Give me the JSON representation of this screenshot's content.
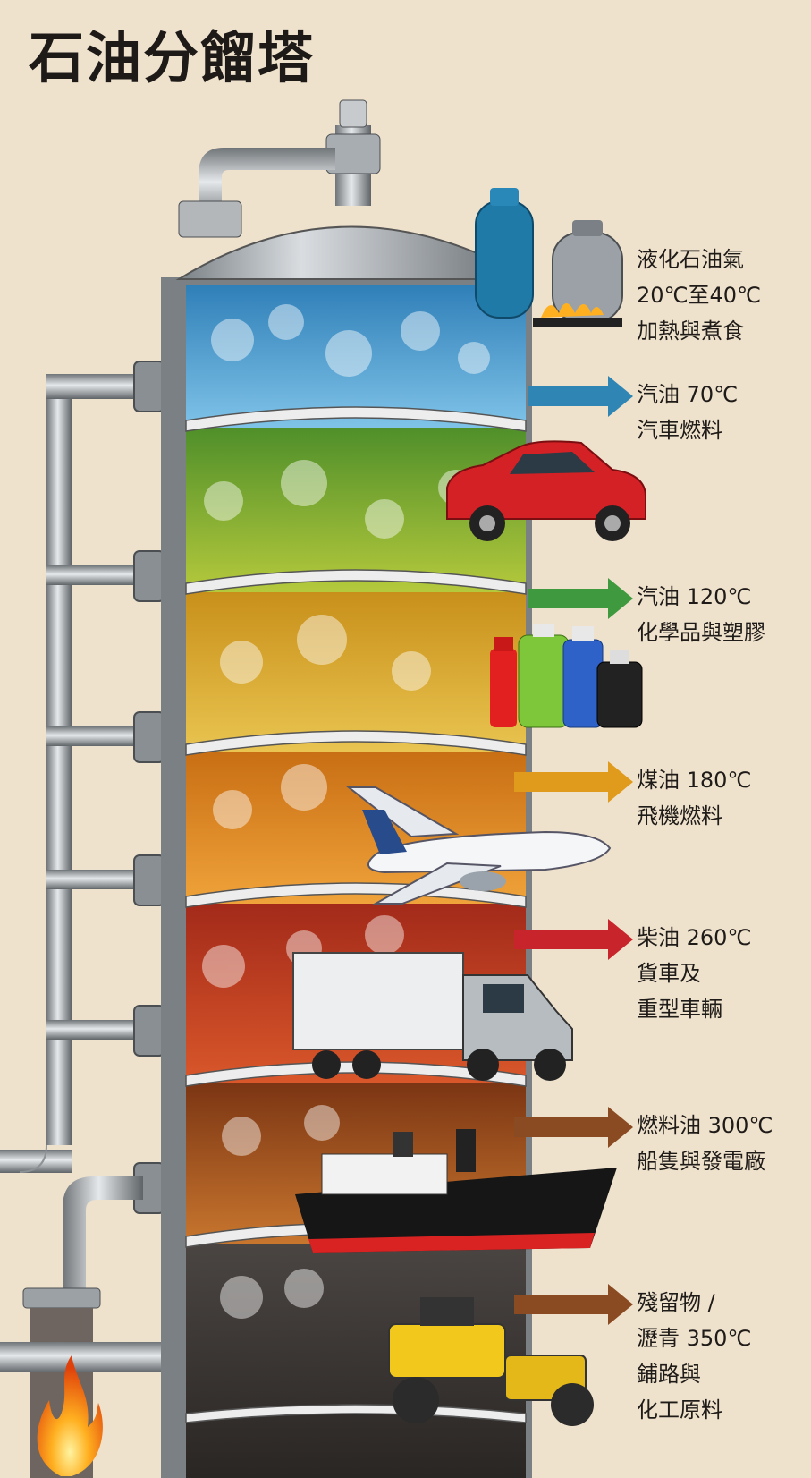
{
  "title": "石油分餾塔",
  "colors": {
    "background": "#efe2cd",
    "lpg": "#4ea7d8",
    "gasoline": "#7cb342",
    "chemicals": "#d8a520",
    "kerosene": "#e58a1f",
    "diesel": "#c0392b",
    "fuel_oil": "#8e4a1e",
    "residue": "#5a5550"
  },
  "fractions": [
    {
      "id": "lpg",
      "name": "液化石油氣",
      "temp": "20℃至40℃",
      "uses": [
        "加熱與煮食"
      ],
      "icon": "gas-cylinder-icon",
      "arrow_color": ""
    },
    {
      "id": "petrol",
      "name_temp": "汽油 70℃",
      "uses": [
        "汽車燃料"
      ],
      "icon": "car-icon",
      "arrow_color": "#2f86b5"
    },
    {
      "id": "naphtha",
      "name_temp": "汽油 120℃",
      "uses": [
        "化學品與塑膠"
      ],
      "icon": "chemical-bottles-icon",
      "arrow_color": "#3f9a3f"
    },
    {
      "id": "kerosene",
      "name_temp": "煤油 180℃",
      "uses": [
        "飛機燃料"
      ],
      "icon": "airplane-icon",
      "arrow_color": "#e09a1c"
    },
    {
      "id": "diesel",
      "name_temp": "柴油 260℃",
      "uses": [
        "貨車及",
        "重型車輛"
      ],
      "icon": "truck-icon",
      "arrow_color": "#c8242b"
    },
    {
      "id": "fuel_oil",
      "name_temp": "燃料油 300℃",
      "uses": [
        "船隻與發電廠"
      ],
      "icon": "ship-icon",
      "arrow_color": "#8a4a22"
    },
    {
      "id": "residue",
      "name_lines": [
        "殘留物 /",
        "瀝青 350℃"
      ],
      "uses": [
        "鋪路與",
        "化工原料"
      ],
      "icon": "road-roller-icon",
      "arrow_color": "#8a4a22"
    }
  ],
  "furnace": {
    "icon": "flame-icon"
  }
}
